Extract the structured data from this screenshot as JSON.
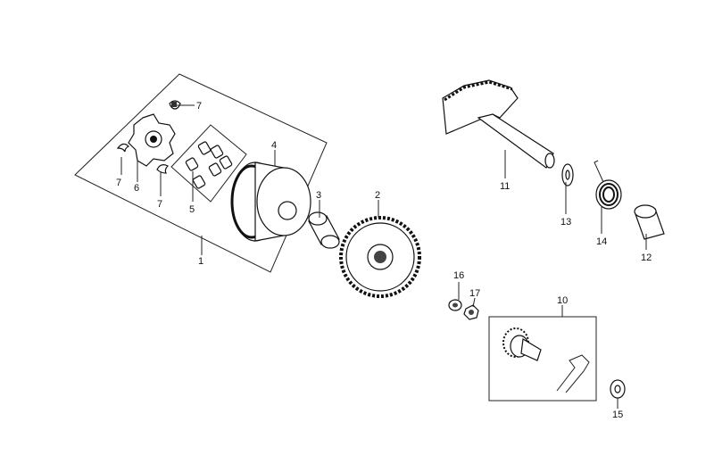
{
  "labels": {
    "p1": "1",
    "p2": "2",
    "p3": "3",
    "p4": "4",
    "p5": "5",
    "p6": "6",
    "p7a": "7",
    "p7b": "7",
    "p7c": "7",
    "p10": "10",
    "p11": "11",
    "p12": "12",
    "p13": "13",
    "p14": "14",
    "p15": "15",
    "p16": "16",
    "p17": "17"
  }
}
